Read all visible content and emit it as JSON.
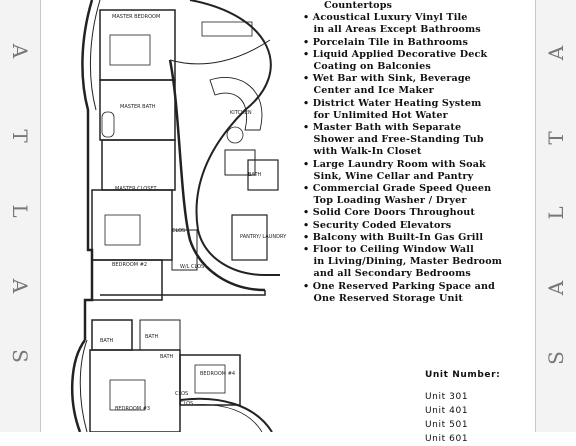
{
  "border": {
    "letters_left": [
      "A",
      "T",
      "L",
      "A",
      "S"
    ],
    "letters_right": [
      "A",
      "T",
      "L",
      "A",
      "S"
    ]
  },
  "floorplan_labels": {
    "master_bedroom": "MASTER BEDROOM",
    "master_bath": "MASTER BATH",
    "master_closet": "MASTER CLOSET",
    "kitchen": "KITCHEN",
    "bath_upper": "BATH",
    "pantry_laundry": "PANTRY/ LAUNDRY",
    "bedroom_2": "BEDROOM #2",
    "clos": "CLOS",
    "wl_clos": "W/L CLOS",
    "bath_lower": "BATH",
    "bedroom_3": "BEDROOM #3",
    "bedroom_4": "BEDROOM #4",
    "bath_mid": "BATH",
    "bath_tiny": "BATH",
    "clos_lower": "CLOS",
    "clos_bottom": "CLOS"
  },
  "features": [
    {
      "line1": "      Countertops",
      "line2": null,
      "bullet": false
    },
    {
      "line1": "Acoustical Luxury Vinyl Tile",
      "line2": "in all Areas Except Bathrooms",
      "bullet": true
    },
    {
      "line1": "Porcelain Tile in Bathrooms",
      "line2": null,
      "bullet": true
    },
    {
      "line1": "Liquid Applied Decorative Deck",
      "line2": "Coating on Balconies",
      "bullet": true
    },
    {
      "line1": "Wet Bar with Sink, Beverage",
      "line2": "Center and Ice Maker",
      "bullet": true
    },
    {
      "line1": "District Water Heating System",
      "line2": "for Unlimited Hot Water",
      "bullet": true
    },
    {
      "line1": "Master Bath with Separate",
      "line2": "Shower and Free-Standing Tub",
      "line3": "with Walk-In Closet",
      "bullet": true
    },
    {
      "line1": "Large Laundry Room with Soak",
      "line2": "Sink, Wine Cellar and Pantry",
      "bullet": true
    },
    {
      "line1": "Commercial Grade Speed Queen",
      "line2": "Top Loading Washer / Dryer",
      "bullet": true
    },
    {
      "line1": "Solid Core Doors Throughout",
      "line2": null,
      "bullet": true
    },
    {
      "line1": "Security Coded Elevators",
      "line2": null,
      "bullet": true
    },
    {
      "line1": "Balcony with Built-In Gas Grill",
      "line2": null,
      "bullet": true
    },
    {
      "line1": "Floor to Ceiling Window Wall",
      "line2": "in Living/Dining, Master Bedroom",
      "line3": "and all Secondary Bedrooms",
      "bullet": true
    },
    {
      "line1": "One Reserved Parking Space and",
      "line2": "One Reserved Storage Unit",
      "bullet": true
    }
  ],
  "units": {
    "title": "Unit Number:",
    "items": [
      "Unit 301",
      "Unit 401",
      "Unit 501",
      "Unit 601"
    ]
  },
  "bullet_char": "•",
  "colors": {
    "line": "#222222",
    "border_bg": "#f3f3f3",
    "letter": "#777777"
  }
}
